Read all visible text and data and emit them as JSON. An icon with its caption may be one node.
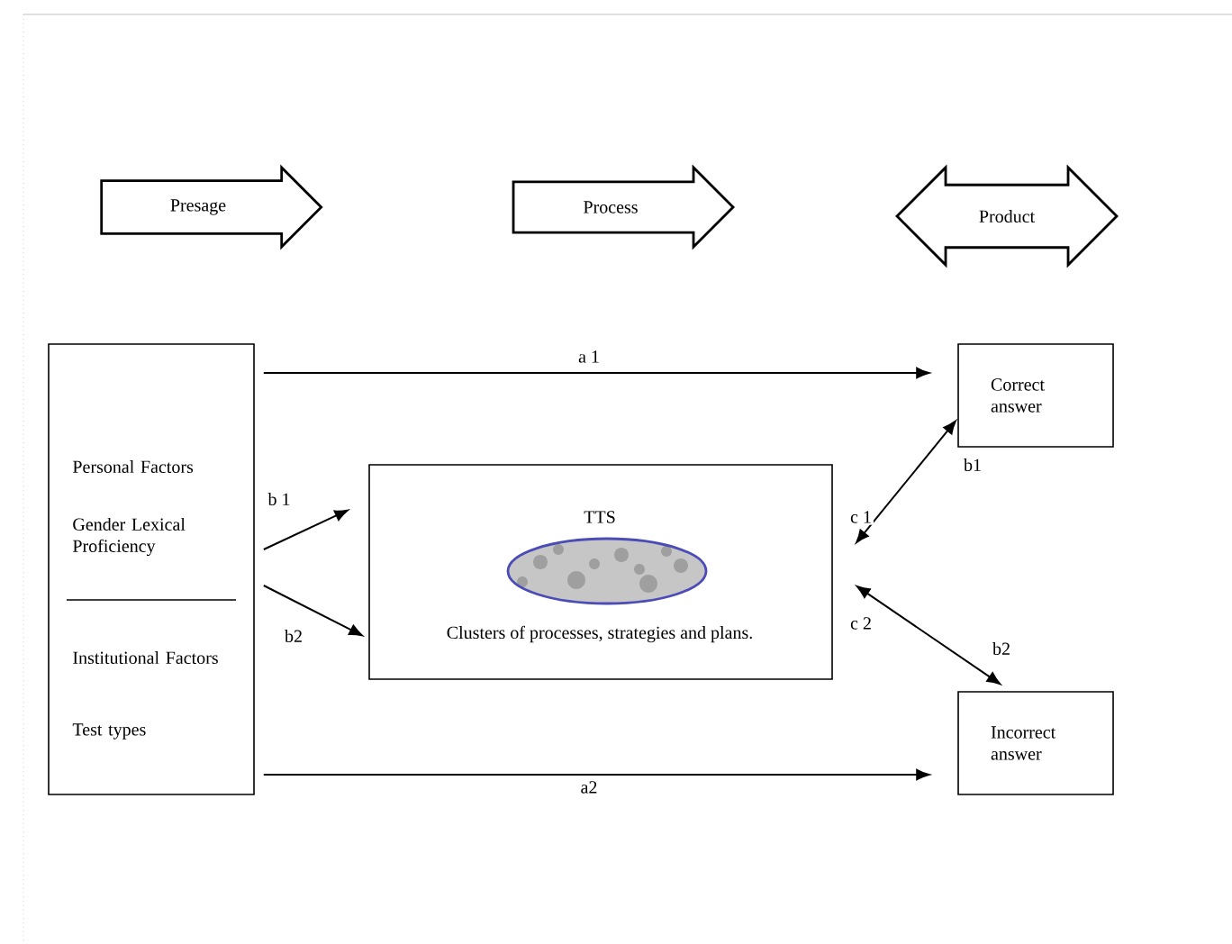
{
  "diagram": {
    "nodes": [
      {
        "text": [
          "Presage"
        ]
      },
      {
        "text": [
          "Process"
        ]
      },
      {
        "text": [
          "Product"
        ]
      },
      {
        "text": [
          "Personal Factors",
          "Gender Lexical Proficiency",
          "Institutional Factors",
          "Test types"
        ]
      },
      {
        "text": [
          "TTS",
          "Clusters of processes, strategies and plans."
        ]
      },
      {
        "text": [
          "Correct answer"
        ]
      },
      {
        "text": [
          "Incorrect answer"
        ]
      }
    ],
    "edges": [
      {
        "from": 3,
        "to": 5,
        "arrow": "to",
        "label": "a 1"
      },
      {
        "from": 3,
        "to": 4,
        "arrow": "to",
        "label": "b 1"
      },
      {
        "from": 3,
        "to": 4,
        "arrow": "to",
        "label": "b2"
      },
      {
        "from": 4,
        "to": 5,
        "arrow": "both",
        "label": "c 1"
      },
      {
        "from": 4,
        "to": 6,
        "arrow": "both",
        "label": "c 2"
      },
      {
        "from": 3,
        "to": 6,
        "arrow": "to",
        "label": "a2"
      }
    ],
    "labels": [
      "b1",
      "b2"
    ]
  }
}
